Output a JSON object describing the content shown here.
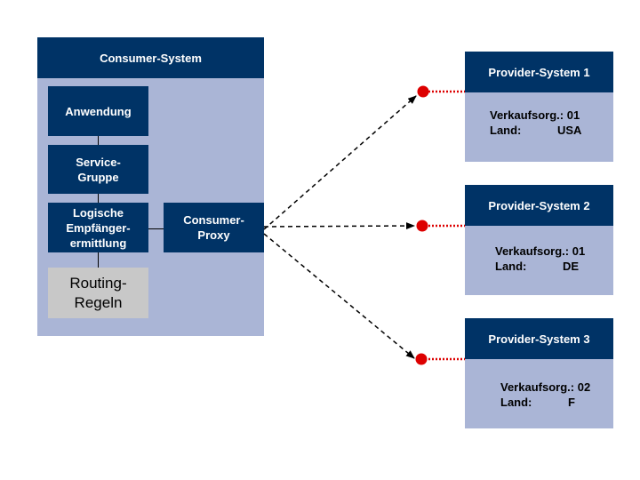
{
  "consumer": {
    "title": "Consumer-System",
    "anwendung": "Anwendung",
    "service_gruppe": "Service-\nGruppe",
    "logische": "Logische\nEmpfänger-\nermittlung",
    "routing": "Routing-\nRegeln",
    "proxy": "Consumer-\nProxy"
  },
  "providers": [
    {
      "title": "Provider-System 1",
      "org_label": "Verkaufsorg.:",
      "org_value": "01",
      "land_label": "Land:",
      "land_value": "USA"
    },
    {
      "title": "Provider-System 2",
      "org_label": "Verkaufsorg.:",
      "org_value": "01",
      "land_label": "Land:",
      "land_value": "DE"
    },
    {
      "title": "Provider-System 3",
      "org_label": "Verkaufsorg.:",
      "org_value": "02",
      "land_label": "Land:",
      "land_value": "F"
    }
  ],
  "colors": {
    "navy": "#003366",
    "lavender": "#aab5d6",
    "routing_gray": "#c8c8c8",
    "connector_red": "#dd0000"
  }
}
